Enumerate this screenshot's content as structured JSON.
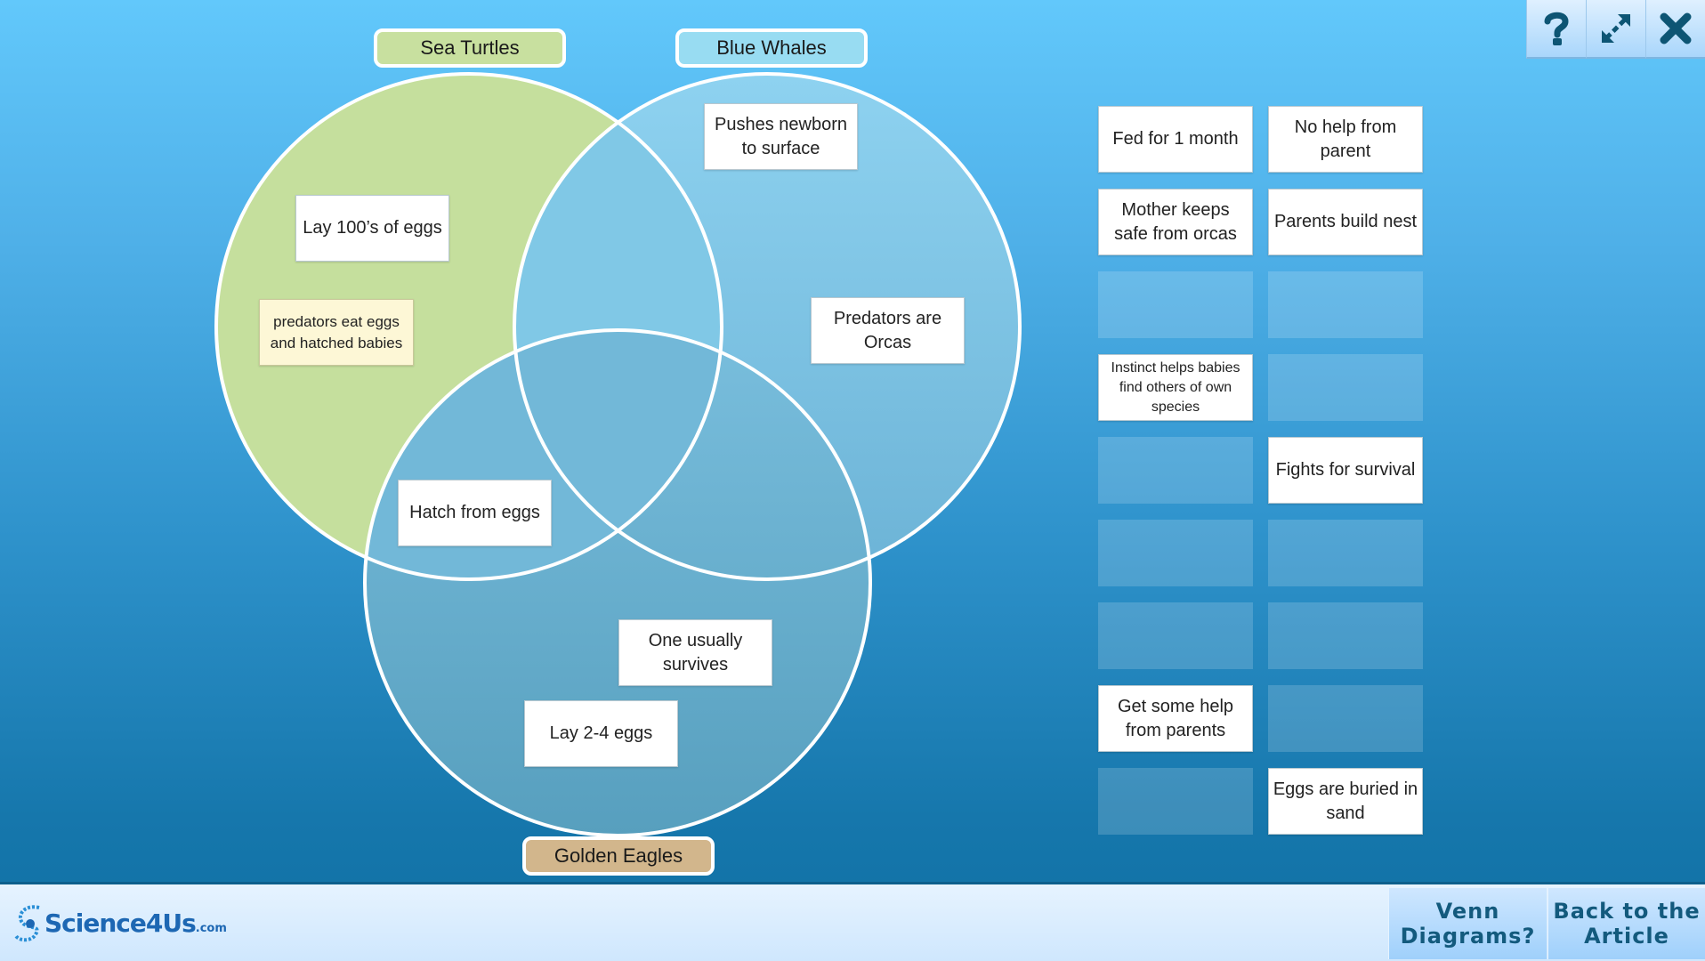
{
  "venn": {
    "sets": [
      {
        "name": "Sea Turtles",
        "color": "#c5df9d",
        "label_color": "#c8e09f"
      },
      {
        "name": "Blue Whales",
        "color": "#87cdec",
        "label_color": "#98dcf2"
      },
      {
        "name": "Golden Eagles",
        "color": "#6fb4d6",
        "label_color": "#d2b68c"
      }
    ],
    "placed_cards": [
      {
        "text": "Pushes newborn to surface",
        "region": "Blue Whales"
      },
      {
        "text": "Lay 100’s of eggs",
        "region": "Sea Turtles"
      },
      {
        "text": "predators eat eggs and hatched babies",
        "region": "Sea Turtles",
        "selected": true
      },
      {
        "text": "Predators are Orcas",
        "region": "Blue Whales"
      },
      {
        "text": "Hatch from eggs",
        "region": "Sea Turtles + Golden Eagles"
      },
      {
        "text": "One usually survives",
        "region": "Golden Eagles"
      },
      {
        "text": "Lay 2-4 eggs",
        "region": "Golden Eagles"
      }
    ]
  },
  "bank": {
    "slots": [
      {
        "text": "Fed for 1 month"
      },
      {
        "text": "No help from parent"
      },
      {
        "text": "Mother keeps safe from orcas"
      },
      {
        "text": "Parents build nest"
      },
      {
        "text": ""
      },
      {
        "text": ""
      },
      {
        "text": "Instinct helps babies find others of own species",
        "small": true
      },
      {
        "text": ""
      },
      {
        "text": ""
      },
      {
        "text": "Fights for survival"
      },
      {
        "text": ""
      },
      {
        "text": ""
      },
      {
        "text": ""
      },
      {
        "text": ""
      },
      {
        "text": "Get some help from parents"
      },
      {
        "text": ""
      },
      {
        "text": ""
      },
      {
        "text": "Eggs are buried in sand"
      }
    ]
  },
  "toolbar": {
    "help_icon": "question-mark",
    "fullscreen_icon": "expand-arrows",
    "close_icon": "x-mark"
  },
  "footer": {
    "logo_text": "Science4Us",
    "logo_suffix": ".com",
    "venn_button": "Venn Diagrams?",
    "back_button": "Back to the Article"
  }
}
